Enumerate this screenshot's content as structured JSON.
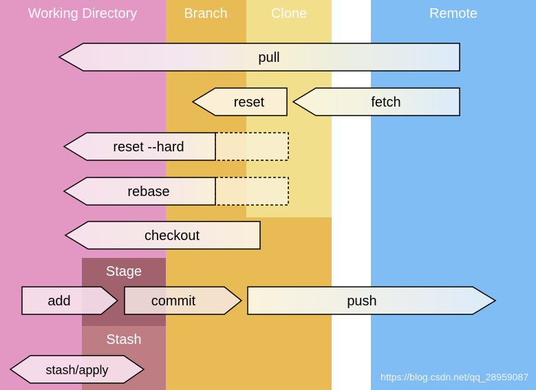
{
  "regions": {
    "working_directory": {
      "title": "Working Directory"
    },
    "branch": {
      "title": "Branch"
    },
    "clone": {
      "title": "Clone"
    },
    "remote": {
      "title": "Remote"
    },
    "stage": {
      "title": "Stage"
    },
    "stash": {
      "title": "Stash"
    }
  },
  "commands": {
    "pull": "pull",
    "reset": "reset",
    "fetch": "fetch",
    "reset_hard": "reset --hard",
    "rebase": "rebase",
    "checkout": "checkout",
    "add": "add",
    "commit": "commit",
    "push": "push",
    "stash_apply": "stash/apply"
  },
  "watermark": "https://blog.csdn.net/qq_28959087",
  "colors": {
    "working_directory": "#e398c4",
    "branch": "#e8bb55",
    "clone": "#f2df8c",
    "remote": "#80bdf5",
    "stage": "#a1626e",
    "stash": "#be7c83"
  }
}
